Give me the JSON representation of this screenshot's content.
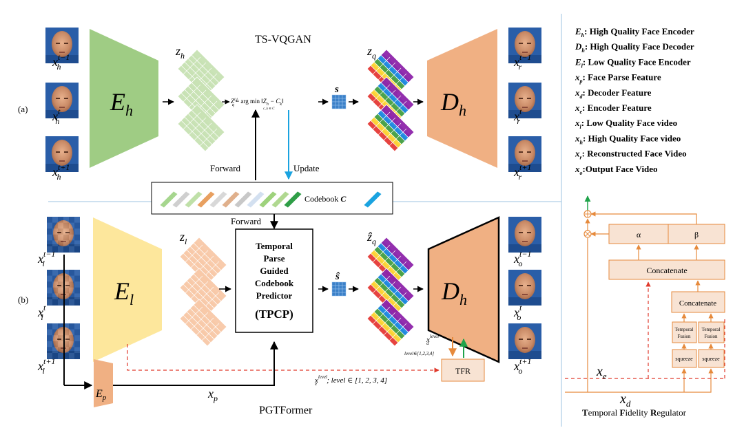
{
  "titles": {
    "top": "TS-VQGAN",
    "bottom": "PGTFormer",
    "tfr_panel": "Temporal Fidelity Regulator"
  },
  "row_labels": {
    "a": "(a)",
    "b": "(b)"
  },
  "top_frames": [
    {
      "base": "x",
      "sub": "h",
      "sup": "t−1"
    },
    {
      "base": "x",
      "sub": "h",
      "sup": "t"
    },
    {
      "base": "x",
      "sub": "h",
      "sup": "t+1"
    }
  ],
  "top_out_frames": [
    {
      "base": "x",
      "sub": "r",
      "sup": "t−1"
    },
    {
      "base": "x",
      "sub": "r",
      "sup": "t"
    },
    {
      "base": "x",
      "sub": "r",
      "sup": "t+1"
    }
  ],
  "bottom_frames": [
    {
      "base": "x",
      "sub": "l",
      "sup": "t−1"
    },
    {
      "base": "x",
      "sub": "l",
      "sup": "t"
    },
    {
      "base": "x",
      "sub": "l",
      "sup": "t+1"
    }
  ],
  "bottom_out_frames": [
    {
      "base": "x",
      "sub": "o",
      "sup": "t−1"
    },
    {
      "base": "x",
      "sub": "o",
      "sup": "t"
    },
    {
      "base": "x",
      "sub": "o",
      "sup": "t+1"
    }
  ],
  "blocks": {
    "eh": {
      "base": "E",
      "sub": "h"
    },
    "dh_top": {
      "base": "D",
      "sub": "h"
    },
    "el": {
      "base": "E",
      "sub": "l"
    },
    "dh_bottom": {
      "base": "D",
      "sub": "h"
    },
    "ep": {
      "base": "E",
      "sub": "p"
    }
  },
  "latents": {
    "zh": {
      "base": "z",
      "sub": "h"
    },
    "zq": {
      "base": "z",
      "sub": "q"
    },
    "zl": {
      "base": "z",
      "sub": "l"
    },
    "zq_hat": {
      "base": "ẑ",
      "sub": "q"
    },
    "s": "s",
    "s_hat": "ŝ",
    "xp": {
      "base": "x",
      "sub": "p"
    }
  },
  "formula": "Z_q^{i,j} = arg min ||Z_h − C_k||",
  "formula_parts": {
    "lhs": "Z",
    "lhs_sub": "q",
    "lhs_sup": "i,j",
    "mid": " = arg min ",
    "under": "c_k ∈ C",
    "rhs": "‖Z",
    "rhs_sub": "h",
    "rhs_tail": " − C",
    "rhs_tail_sub": "k",
    "rhs_end": "‖"
  },
  "codebook": {
    "label": "Codebook ",
    "symbol": "C"
  },
  "arrows": {
    "forward_up": "Forward",
    "update": "Update",
    "forward_down": "Forward"
  },
  "tpcp": {
    "lines": [
      "Temporal",
      "Parse",
      "Guided",
      "Codebook",
      "Predictor"
    ],
    "abbr": "(TPCP)"
  },
  "tfr": {
    "box": "TFR",
    "xd_level": {
      "base": "x",
      "sub": "d",
      "sup": "level"
    },
    "level_set": "level∈[1,2,3,4]",
    "xe_level": {
      "base": "x",
      "sub": "e",
      "sup": "level",
      "tail": "; level ∈ [1, 2, 3, 4]"
    }
  },
  "legend": [
    {
      "sym": "E",
      "sub": "h",
      "text": ": High Quality Face Encoder"
    },
    {
      "sym": "D",
      "sub": "h",
      "text": ": High Quality Face Decoder"
    },
    {
      "sym": "E",
      "sub": "l",
      "text": ": Low Quality Face Encoder"
    },
    {
      "sym": "x",
      "sub": "p",
      "text": ": Face Parse Feature"
    },
    {
      "sym": "x",
      "sub": "d",
      "text": ": Decoder Feature"
    },
    {
      "sym": "x",
      "sub": "e",
      "text": ": Encoder Feature"
    },
    {
      "sym": "x",
      "sub": "l",
      "text": ":  Low Quality Face video"
    },
    {
      "sym": "x",
      "sub": "h",
      "text": ": High Quality Face video"
    },
    {
      "sym": "x",
      "sub": "r",
      "text": ":  Reconstructed Face Video"
    },
    {
      "sym": "x",
      "sub": "o",
      "text": ":Output Face Video"
    }
  ],
  "tfr_panel": {
    "alpha": "α",
    "beta": "β",
    "concat_top": "Concatenate",
    "concat_inner": "Concatenate",
    "temporal_fusion": [
      "Temporal",
      "Fusion"
    ],
    "squeeze": "squeeze",
    "xe": {
      "base": "x",
      "sub": "e"
    },
    "xd": {
      "base": "x",
      "sub": "d"
    },
    "title_parts": [
      {
        "t": "T",
        "b": true
      },
      {
        "t": "emporal ",
        "b": false
      },
      {
        "t": "F",
        "b": true
      },
      {
        "t": "idelity ",
        "b": false
      },
      {
        "t": "R",
        "b": true
      },
      {
        "t": "egulator",
        "b": false
      }
    ]
  },
  "colors": {
    "encoder_h": "#9fcc84",
    "decoder": "#f0b083",
    "encoder_l": "#fde79c",
    "latent_h": "#c8e2b4",
    "latent_l": "#f8c9a8",
    "tfr_box": "#f8e3d3",
    "tfr_line": "#e68a3c",
    "arrow_blue": "#1aa3e0",
    "dashed_red": "#e03a2c",
    "quant_blue": "#3b80c8"
  }
}
